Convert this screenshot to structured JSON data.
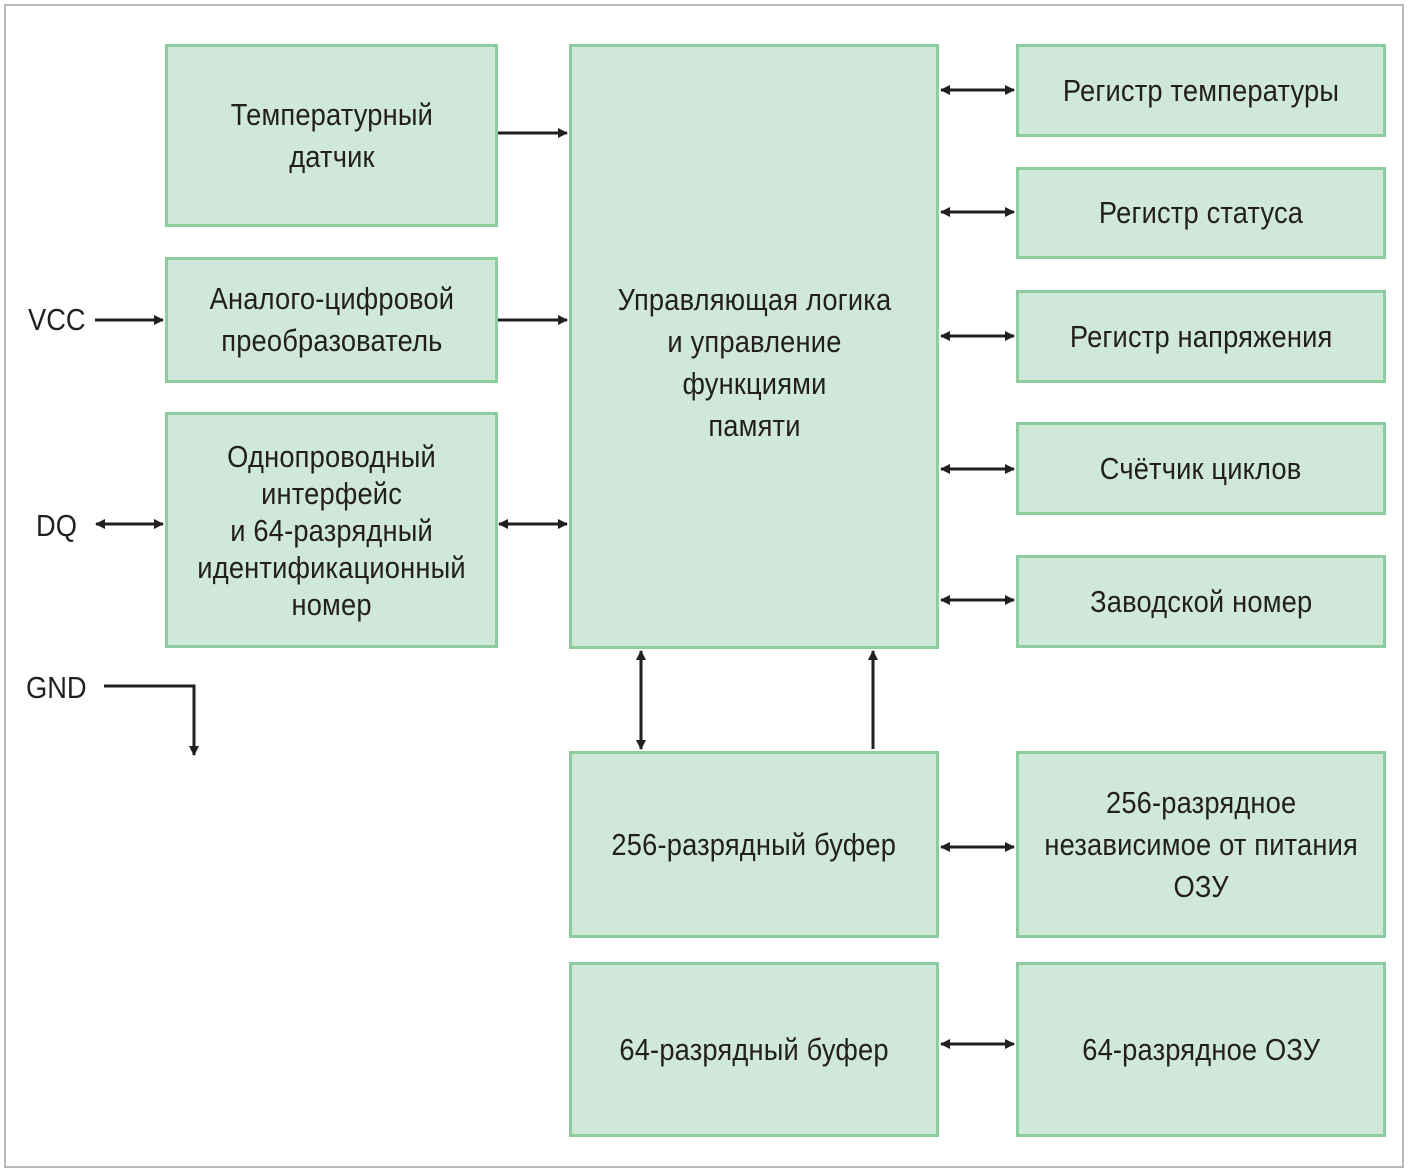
{
  "blocks": {
    "temp_sensor": "Температурный\nдатчик",
    "adc": "Аналого-цифровой\nпреобразователь",
    "one_wire": "Однопроводный\nинтерфейс\nи 64-разрядный\nидентификационный\nномер",
    "control_logic": "Управляющая логика\nи управление\nфункциями\nпамяти",
    "temp_register": "Регистр температуры",
    "status_register": "Регистр статуса",
    "voltage_register": "Регистр напряжения",
    "cycle_counter": "Счётчик циклов",
    "serial_number": "Заводской номер",
    "buffer_256": "256-разрядный буфер",
    "ram_256": "256-разрядное\nнезависимое от питания\nОЗУ",
    "buffer_64": "64-разрядный буфер",
    "ram_64": "64-разрядное ОЗУ"
  },
  "pins": {
    "vcc": "VCC",
    "dq": "DQ",
    "gnd": "GND"
  },
  "colors": {
    "block_fill": "#cfe8d9",
    "block_border": "#8ccc9f",
    "line": "#231f20",
    "frame": "#b9b9b9"
  }
}
